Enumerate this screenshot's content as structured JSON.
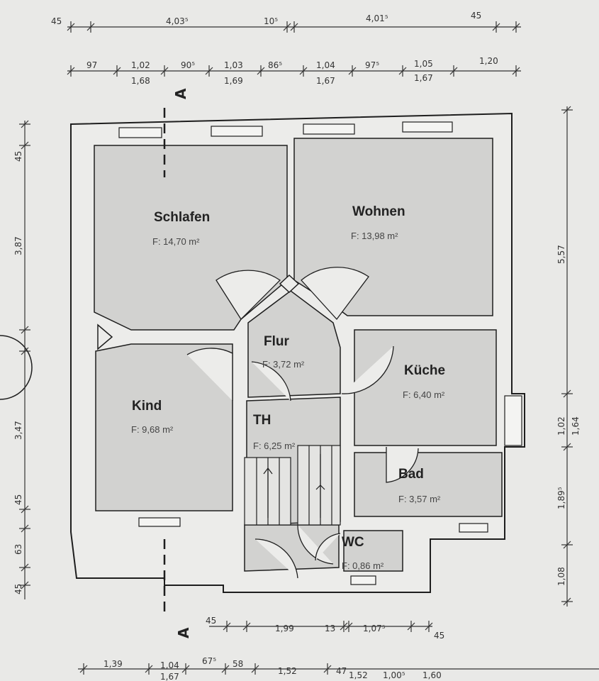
{
  "rooms": {
    "schlafen": {
      "name": "Schlafen",
      "area": "F: 14,70 m²"
    },
    "wohnen": {
      "name": "Wohnen",
      "area": "F: 13,98 m²"
    },
    "flur": {
      "name": "Flur",
      "area": "F: 3,72 m²"
    },
    "kueche": {
      "name": "Küche",
      "area": "F: 6,40 m²"
    },
    "kind": {
      "name": "Kind",
      "area": "F: 9,68 m²"
    },
    "th": {
      "name": "TH",
      "area": "F: 6,25 m²"
    },
    "bad": {
      "name": "Bad",
      "area": "F: 3,57 m²"
    },
    "wc": {
      "name": "WC",
      "area": "F: 0,86 m²"
    }
  },
  "section_marker": {
    "top": "A",
    "bottom": "A"
  },
  "dims": {
    "top_row1": [
      "45",
      "4,03⁵",
      "10⁵",
      "4,01⁵",
      "45"
    ],
    "top_row2": [
      "97",
      "1,02",
      "1,68",
      "90⁵",
      "1,03",
      "1,69",
      "86⁵",
      "1,04",
      "1,67",
      "97⁵",
      "1,05",
      "1,67",
      "1,20"
    ],
    "left": [
      "45",
      "3,87",
      "3,47",
      "45",
      "63",
      "45"
    ],
    "right": [
      "5,57",
      "1,02",
      "1,64",
      "1,89⁵",
      "1,08"
    ],
    "bottom_row1": [
      "45",
      "1,99",
      "13",
      "1,07⁵",
      "45"
    ],
    "bottom_row2": [
      "1,39",
      "1,04",
      "1,67",
      "67⁵",
      "58",
      "1,52",
      "47",
      "1,52",
      "1,00⁵",
      "1,60"
    ]
  },
  "colors": {
    "wall": "#ececea",
    "line": "#1e1e1e",
    "floor": "#d2d2d0",
    "paper": "#e9e9e7"
  }
}
